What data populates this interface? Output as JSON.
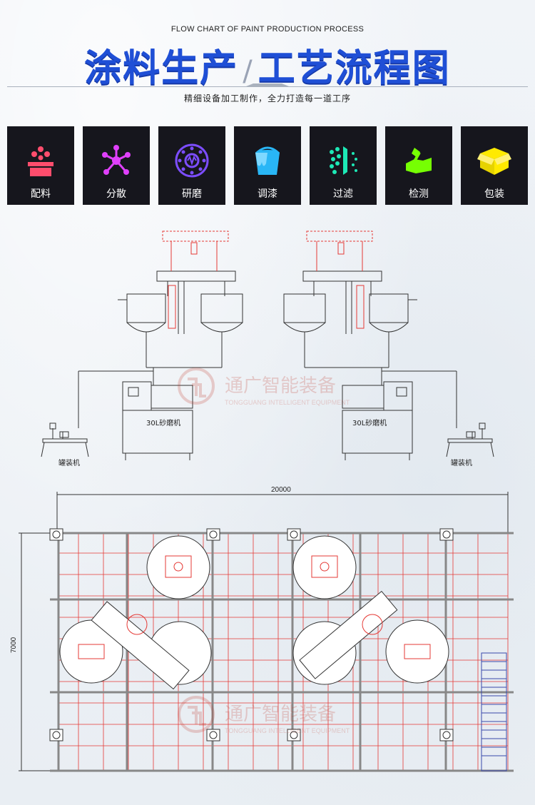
{
  "header": {
    "subtitle_en": "FLOW CHART OF PAINT PRODUCTION PROCESS",
    "title_left": "涂料生产",
    "title_sep": "/",
    "title_right": "工艺流程图",
    "tagline": "精细设备加工制作，全力打造每一道工序"
  },
  "steps": [
    {
      "label": "配料",
      "icon": "ingredients-icon",
      "color": "#ff4d6d"
    },
    {
      "label": "分散",
      "icon": "molecule-icon",
      "color": "#e040fb"
    },
    {
      "label": "研磨",
      "icon": "grinding-disc-icon",
      "color": "#7c4dff"
    },
    {
      "label": "调漆",
      "icon": "paint-bucket-icon",
      "color": "#29b6f6"
    },
    {
      "label": "过滤",
      "icon": "filter-icon",
      "color": "#1de9b6"
    },
    {
      "label": "检测",
      "icon": "inspection-hand-icon",
      "color": "#76ff03"
    },
    {
      "label": "包装",
      "icon": "package-box-icon",
      "color": "#ffea00"
    }
  ],
  "process": {
    "mill_left": "30L砂磨机",
    "mill_right": "30L砂磨机",
    "filler_left": "罐装机",
    "filler_right": "罐装机"
  },
  "plan": {
    "width_dim": "20000",
    "height_dim": "7000"
  },
  "watermark": {
    "name_cn": "通广智能装备",
    "name_en": "TONGGUANG INTELLIGENT EQUIPMENT"
  }
}
